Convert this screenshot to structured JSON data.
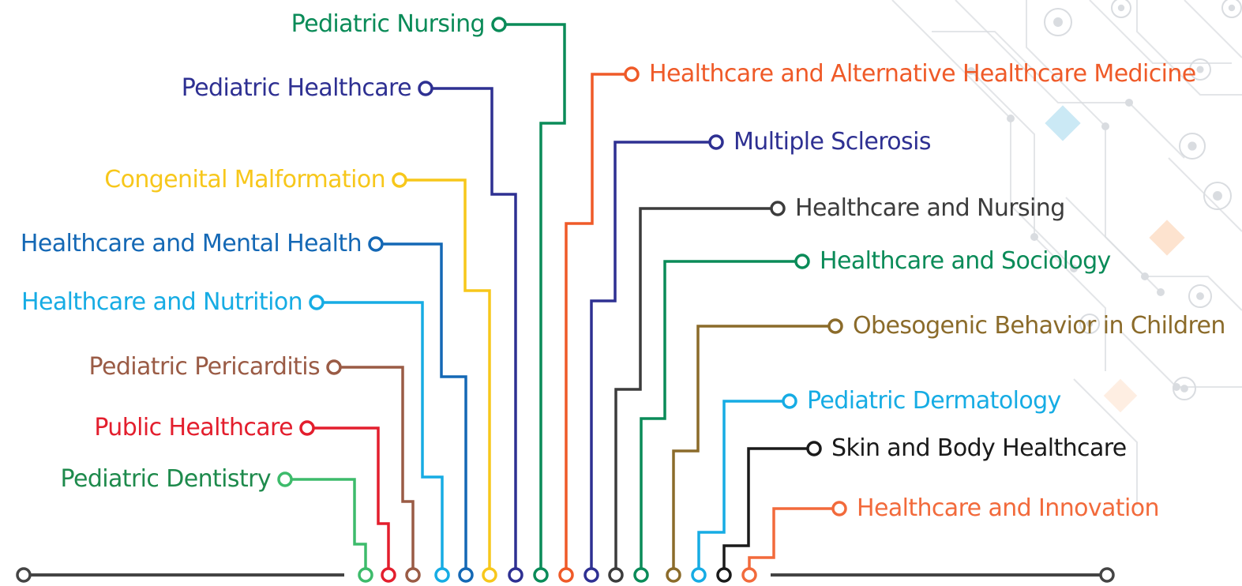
{
  "colors": {
    "baseline": "#444444",
    "decor": "#d9dce0",
    "decor_blue": "#cbe9f5",
    "decor_orange": "#fde3cf"
  },
  "topics": [
    {
      "label": "Pediatric Dentistry",
      "color": "#3dbb6b",
      "text_color": "#1e8a4c",
      "side": "left"
    },
    {
      "label": "Public Healthcare",
      "color": "#e31e2d",
      "text_color": "#e31e2d",
      "side": "left"
    },
    {
      "label": "Pediatric Pericarditis",
      "color": "#9a5b45",
      "text_color": "#9a5b45",
      "side": "left"
    },
    {
      "label": "Healthcare and Nutrition",
      "color": "#16ace4",
      "text_color": "#16ace4",
      "side": "left"
    },
    {
      "label": "Healthcare and Mental Health",
      "color": "#1468b5",
      "text_color": "#1468b5",
      "side": "left"
    },
    {
      "label": "Congenital Malformation",
      "color": "#f7c71b",
      "text_color": "#f7c71b",
      "side": "left"
    },
    {
      "label": "Pediatric Healthcare",
      "color": "#2e3092",
      "text_color": "#2e3092",
      "side": "left"
    },
    {
      "label": "Pediatric Nursing",
      "color": "#0a8b58",
      "text_color": "#0a8b58",
      "side": "left"
    },
    {
      "label": "Healthcare and Alternative Healthcare Medicine",
      "color": "#ef5a28",
      "text_color": "#ef5a28",
      "side": "right"
    },
    {
      "label": "Multiple Sclerosis",
      "color": "#2e3092",
      "text_color": "#2e3092",
      "side": "right"
    },
    {
      "label": "Healthcare and Nursing",
      "color": "#3c3c3c",
      "text_color": "#3c3c3c",
      "side": "right"
    },
    {
      "label": "Healthcare and Sociology",
      "color": "#0a8b58",
      "text_color": "#0a8b58",
      "side": "right"
    },
    {
      "label": "Obesogenic Behavior in Children",
      "color": "#8b6b2a",
      "text_color": "#8b6b2a",
      "side": "right"
    },
    {
      "label": "Pediatric Dermatology",
      "color": "#16ace4",
      "text_color": "#16ace4",
      "side": "right"
    },
    {
      "label": "Skin and Body Healthcare",
      "color": "#1a1a1a",
      "text_color": "#1a1a1a",
      "side": "right"
    },
    {
      "label": "Healthcare and Innovation",
      "color": "#f26a3b",
      "text_color": "#f26a3b",
      "side": "right"
    }
  ]
}
